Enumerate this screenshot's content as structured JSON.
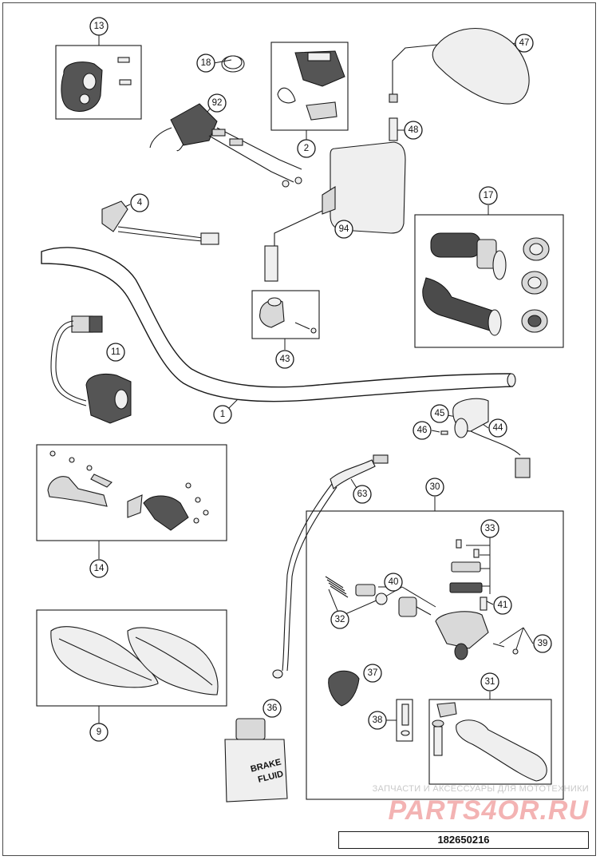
{
  "diagram": {
    "callouts": {
      "c1": "1",
      "c2": "2",
      "c4": "4",
      "c9": "9",
      "c11": "11",
      "c13": "13",
      "c14": "14",
      "c17": "17",
      "c18": "18",
      "c30": "30",
      "c31": "31",
      "c32": "32",
      "c33": "33",
      "c36": "36",
      "c37": "37",
      "c38": "38",
      "c39": "39",
      "c40": "40",
      "c41": "41",
      "c43": "43",
      "c44": "44",
      "c45": "45",
      "c46": "46",
      "c47": "47",
      "c48": "48",
      "c63": "63",
      "c92": "92",
      "c94": "94"
    },
    "brake_fluid_label": [
      "BRAKE",
      "FLUID"
    ]
  },
  "watermark": {
    "tagline": "ЗАПЧАСТИ И АКСЕССУАРЫ ДЛЯ МОТОТЕХНИКИ",
    "logo": "PARTS4OR.RU"
  },
  "figure_number": "182650216"
}
